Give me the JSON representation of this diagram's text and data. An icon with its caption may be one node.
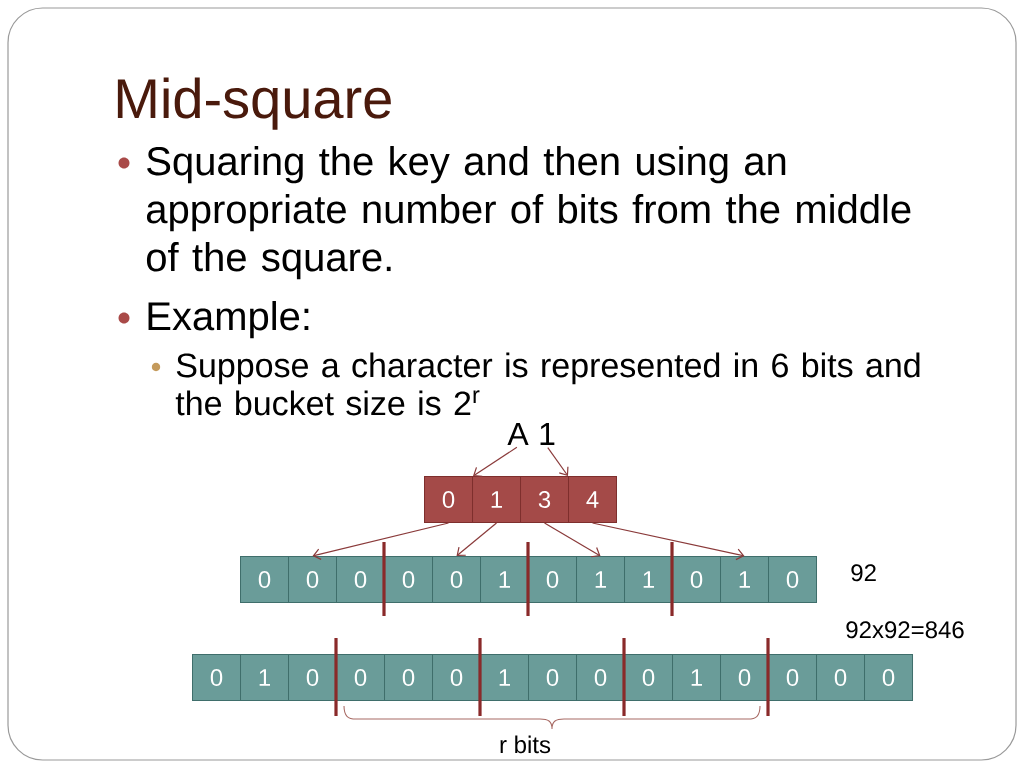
{
  "diagram": {
    "title": "Mid-square",
    "nodes": [
      {
        "text": [
          "A"
        ]
      },
      {
        "text": [
          "1"
        ]
      },
      {
        "text": [
          "0"
        ]
      },
      {
        "text": [
          "1"
        ]
      },
      {
        "text": [
          "3"
        ]
      },
      {
        "text": [
          "4"
        ]
      },
      {
        "text": [
          "0"
        ]
      },
      {
        "text": [
          "0"
        ]
      },
      {
        "text": [
          "0"
        ]
      },
      {
        "text": [
          "0"
        ]
      },
      {
        "text": [
          "0"
        ]
      },
      {
        "text": [
          "1"
        ]
      },
      {
        "text": [
          "0"
        ]
      },
      {
        "text": [
          "1"
        ]
      },
      {
        "text": [
          "1"
        ]
      },
      {
        "text": [
          "0"
        ]
      },
      {
        "text": [
          "1"
        ]
      },
      {
        "text": [
          "0"
        ]
      },
      {
        "text": [
          "0"
        ]
      },
      {
        "text": [
          "1"
        ]
      },
      {
        "text": [
          "0"
        ]
      },
      {
        "text": [
          "0"
        ]
      },
      {
        "text": [
          "0"
        ]
      },
      {
        "text": [
          "0"
        ]
      },
      {
        "text": [
          "1"
        ]
      },
      {
        "text": [
          "0"
        ]
      },
      {
        "text": [
          "0"
        ]
      },
      {
        "text": [
          "0"
        ]
      },
      {
        "text": [
          "1"
        ]
      },
      {
        "text": [
          "0"
        ]
      },
      {
        "text": [
          "0"
        ]
      },
      {
        "text": [
          "0"
        ]
      },
      {
        "text": [
          "0"
        ]
      }
    ],
    "edges": [
      {
        "from": 0,
        "to": 2,
        "arrow": "to"
      },
      {
        "from": 1,
        "to": 5,
        "arrow": "to"
      },
      {
        "from": 2,
        "to": 7,
        "arrow": "to"
      },
      {
        "from": 3,
        "to": 10,
        "arrow": "to"
      },
      {
        "from": 4,
        "to": 13,
        "arrow": "to"
      },
      {
        "from": 5,
        "to": 16,
        "arrow": "to"
      }
    ],
    "labels": [
      "Squaring the key and then using an appropriate number of bits from the middle of the square.",
      "Example:",
      "Suppose a character is represented in 6 bits and the bucket size is 2$^{r}$",
      "92",
      "92x92=846",
      "r bits"
    ]
  }
}
